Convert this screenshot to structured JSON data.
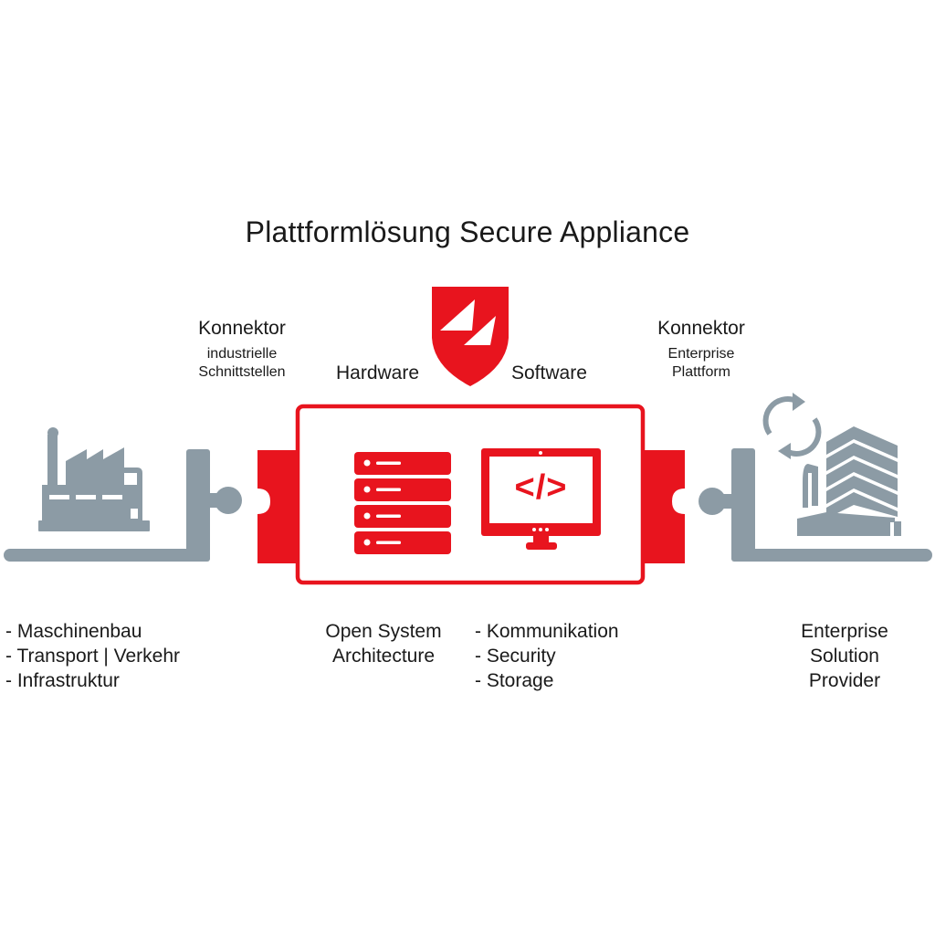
{
  "title": "Plattformlösung Secure Appliance",
  "colors": {
    "accent": "#e8141e",
    "gray": "#8c9ba5",
    "text": "#1a1a1a",
    "background": "#ffffff"
  },
  "icons": {
    "logo": "shield-logo-icon",
    "factory": "factory-icon",
    "server": "server-rack-icon",
    "monitor": "monitor-code-icon",
    "building": "office-building-icon",
    "sync": "sync-arrows-icon"
  },
  "left_connector": {
    "heading": "Konnektor",
    "sub_lines": [
      "industrielle",
      "Schnittstellen"
    ]
  },
  "right_connector": {
    "heading": "Konnektor",
    "sub_lines": [
      "Enterprise",
      "Plattform"
    ]
  },
  "center_labels": {
    "hardware": "Hardware",
    "software": "Software",
    "code_glyph": "</>"
  },
  "bottom": {
    "industries": [
      "- Maschinenbau",
      "- Transport | Verkehr",
      "- Infrastruktur"
    ],
    "architecture": [
      "Open System",
      "Architecture"
    ],
    "features": [
      "- Kommunikation",
      "- Security",
      "- Storage"
    ],
    "provider": [
      "Enterprise",
      "Solution",
      "Provider"
    ]
  }
}
